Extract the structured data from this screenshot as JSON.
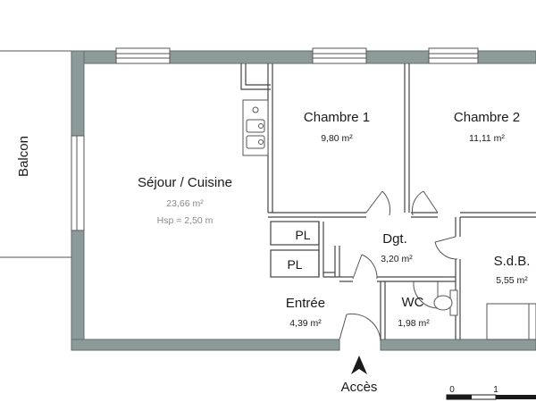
{
  "colors": {
    "wall": "#8c9a9a",
    "wall_stroke": "#5f6d6d",
    "line": "#444444",
    "text": "#1a1a1a"
  },
  "rooms": {
    "sejour": {
      "name": "Séjour / Cuisine",
      "area": "23,66 m²",
      "height": "Hsp = 2,50 m"
    },
    "chambre1": {
      "name": "Chambre 1",
      "area": "9,80 m²"
    },
    "chambre2": {
      "name": "Chambre 2",
      "area": "11,11 m²"
    },
    "dgt": {
      "name": "Dgt.",
      "area": "3,20 m²"
    },
    "sdb": {
      "name": "S.d.B.",
      "area": "5,55 m²"
    },
    "entree": {
      "name": "Entrée",
      "area": "4,39 m²"
    },
    "wc": {
      "name": "WC",
      "area": "1,98 m²"
    }
  },
  "closets": {
    "pl1": "PL",
    "pl2": "PL"
  },
  "balcony": {
    "label": "Balcon"
  },
  "access": {
    "label": "Accès",
    "icon": "north-arrow-icon"
  },
  "scale": {
    "zero": "0",
    "one": "1"
  }
}
